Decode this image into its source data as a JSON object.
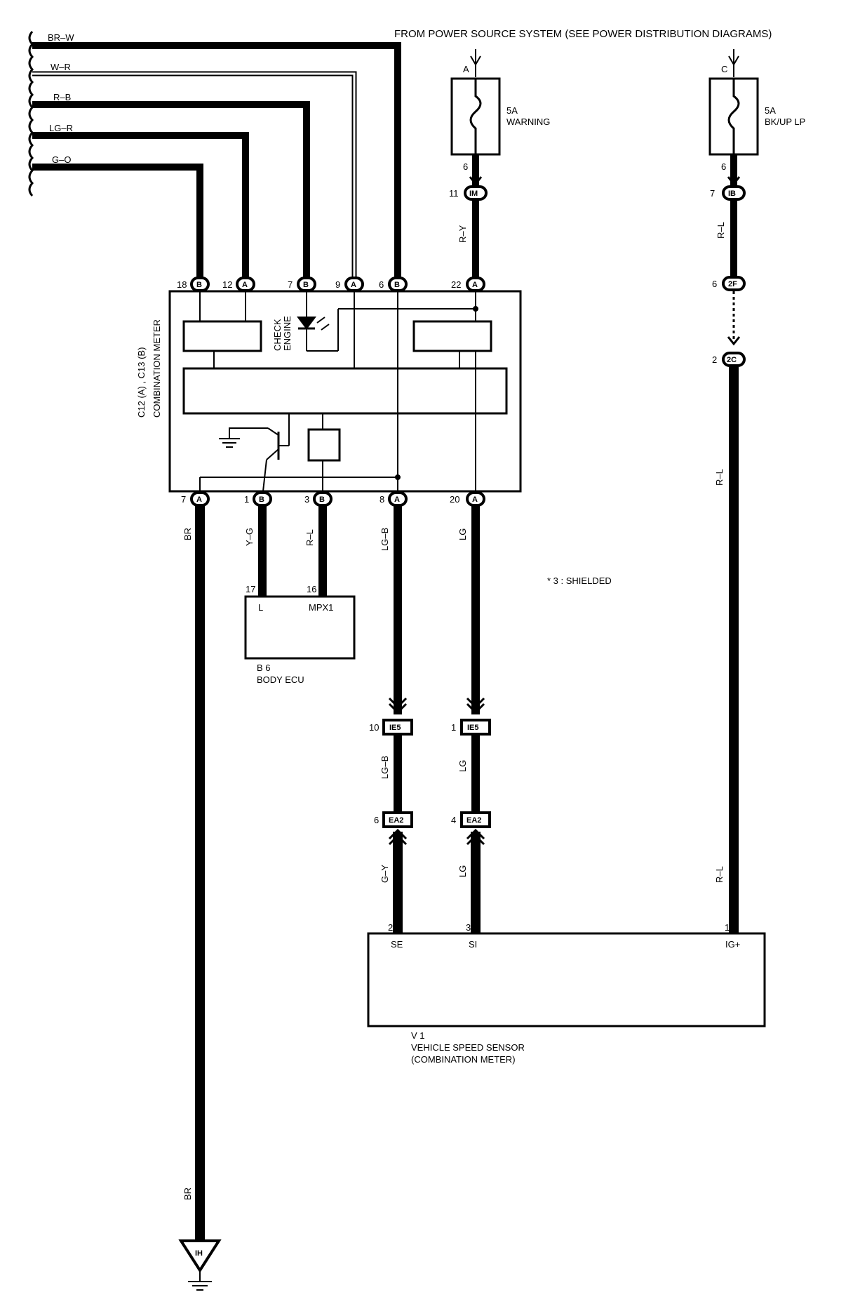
{
  "header": "FROM POWER SOURCE SYSTEM (SEE POWER DISTRIBUTION DIAGRAMS)",
  "left_wires": [
    "BR–W",
    "W–R",
    "R–B",
    "LG–R",
    "G–O"
  ],
  "fuses": {
    "warning": {
      "connector": "A",
      "pin": "6",
      "amp": "5A",
      "name": "WARNING"
    },
    "bkup": {
      "connector": "C",
      "pin": "6",
      "amp": "5A",
      "name": "BK/UP LP"
    }
  },
  "connectors": {
    "im": {
      "pin": "11",
      "tag": "IM"
    },
    "ib": {
      "pin": "7",
      "tag": "IB"
    },
    "j2f": {
      "pin": "6",
      "tag": "2F"
    },
    "j2c": {
      "pin": "2",
      "tag": "2C"
    },
    "ie5a": {
      "pin": "10",
      "tag": "IE5"
    },
    "ie5b": {
      "pin": "1",
      "tag": "IE5"
    },
    "ea2a": {
      "pin": "6",
      "tag": "EA2"
    },
    "ea2b": {
      "pin": "4",
      "tag": "EA2"
    },
    "ground": "IH"
  },
  "meter": {
    "label_line1": "C12 (A) , C13 (B)",
    "label_line2": "COMBINATION METER",
    "check_engine_line1": "CHECK",
    "check_engine_line2": "ENGINE",
    "top_pins": [
      {
        "num": "18",
        "tag": "B"
      },
      {
        "num": "12",
        "tag": "A"
      },
      {
        "num": "7",
        "tag": "B"
      },
      {
        "num": "9",
        "tag": "A"
      },
      {
        "num": "6",
        "tag": "B"
      },
      {
        "num": "22",
        "tag": "A"
      }
    ],
    "bottom_pins": [
      {
        "num": "7",
        "tag": "A"
      },
      {
        "num": "1",
        "tag": "B"
      },
      {
        "num": "3",
        "tag": "B"
      },
      {
        "num": "8",
        "tag": "A"
      },
      {
        "num": "20",
        "tag": "A"
      }
    ]
  },
  "wire_colors": {
    "r_y": "R–Y",
    "r_l": "R–L",
    "br": "BR",
    "y_g": "Y–G",
    "lg_b": "LG–B",
    "lg": "LG",
    "g_y": "G–Y"
  },
  "body_ecu": {
    "pin_l": "17",
    "pin_mpx": "16",
    "term_l": "L",
    "term_mpx": "MPX1",
    "code": "B 6",
    "name": "BODY ECU"
  },
  "note": "* 3 : SHIELDED",
  "sensor": {
    "pins": [
      "2",
      "3",
      "1"
    ],
    "terminals": [
      "SE",
      "SI",
      "IG+"
    ],
    "code": "V 1",
    "name_line1": "VEHICLE SPEED SENSOR",
    "name_line2": "(COMBINATION METER)"
  }
}
